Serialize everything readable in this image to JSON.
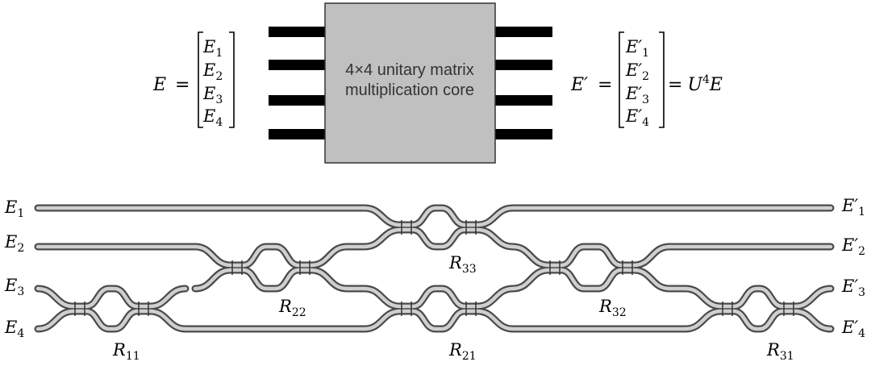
{
  "core": {
    "line1": "4×4 unitary matrix",
    "line2": "multiplication core"
  },
  "input_vector": {
    "lhs": "E",
    "eq": "=",
    "entries": [
      {
        "base": "E",
        "sub": "1"
      },
      {
        "base": "E",
        "sub": "2"
      },
      {
        "base": "E",
        "sub": "3"
      },
      {
        "base": "E",
        "sub": "4"
      }
    ]
  },
  "output_vector": {
    "lhs": "E′",
    "eq": "=",
    "entries": [
      {
        "base": "E′",
        "sub": "1"
      },
      {
        "base": "E′",
        "sub": "2"
      },
      {
        "base": "E′",
        "sub": "3"
      },
      {
        "base": "E′",
        "sub": "4"
      }
    ],
    "rhs_eq": "=",
    "rhs_U": "U",
    "rhs_exp": "4",
    "rhs_E": "E"
  },
  "circuit": {
    "inputs": [
      {
        "base": "E",
        "sub": "1"
      },
      {
        "base": "E",
        "sub": "2"
      },
      {
        "base": "E",
        "sub": "3"
      },
      {
        "base": "E",
        "sub": "4"
      }
    ],
    "outputs": [
      {
        "base": "E′",
        "sub": "1"
      },
      {
        "base": "E′",
        "sub": "2"
      },
      {
        "base": "E′",
        "sub": "3"
      },
      {
        "base": "E′",
        "sub": "4"
      }
    ],
    "mzi_labels": [
      {
        "base": "R",
        "sub": "11"
      },
      {
        "base": "R",
        "sub": "22"
      },
      {
        "base": "R",
        "sub": "33"
      },
      {
        "base": "R",
        "sub": "21"
      },
      {
        "base": "R",
        "sub": "32"
      },
      {
        "base": "R",
        "sub": "31"
      }
    ]
  }
}
